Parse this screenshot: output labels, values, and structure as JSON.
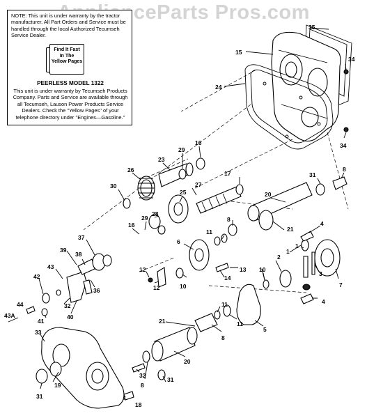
{
  "watermark": "ApplianceParts Pros.com",
  "notice": {
    "top_text": "NOTE: This unit is under warranty by the tractor manufacturer. All Part Orders and Service must be handled through the local Authorized Tecumseh Service Dealer.",
    "badge_lines": [
      "Find It Fast",
      "In The",
      "Yellow Pages"
    ],
    "model": "PEERLESS MODEL 1322",
    "warranty_text": "This unit is under warranty by Tecumseh Products Company. Parts and Service are available through all Tecumseh, Lauson Power Products Service Dealers. Check the ''Yellow Pages'' of your telephone directory under ''Engines—Gasoline.''"
  },
  "labels": {
    "p15": "15",
    "p35": "35",
    "p34a": "34",
    "p24": "24",
    "p34b": "34",
    "p16a": "16",
    "p29a": "29",
    "p23": "23",
    "p26": "26",
    "p17": "17",
    "p31a": "31",
    "p8a": "8",
    "p30": "30",
    "p27": "27",
    "p25": "25",
    "p20a": "20",
    "p28": "28",
    "p29b": "29",
    "p16b": "16",
    "p21a": "21",
    "p8b": "8",
    "p4a": "4",
    "p11a": "11",
    "p37": "37",
    "p6": "6",
    "p1a": "1",
    "p13": "13",
    "p39": "39",
    "p38": "38",
    "p12a": "12",
    "p14": "14",
    "p10a": "10",
    "p2a": "2",
    "p12b": "12",
    "p3": "3",
    "p7": "7",
    "p43": "43",
    "p36": "36",
    "p42": "42",
    "p32a": "32",
    "p40": "40",
    "p41": "41",
    "p10b": "10",
    "p11b": "11",
    "p11c": "11",
    "p5": "5",
    "p1b": "1",
    "p4b": "4",
    "p44": "44",
    "p43a": "43A",
    "p21b": "21",
    "p8c": "8",
    "p20b": "20",
    "p33": "33",
    "p31b": "31",
    "p32b": "32",
    "p19": "19",
    "p8d": "8",
    "p18": "18",
    "p31c": "31"
  }
}
